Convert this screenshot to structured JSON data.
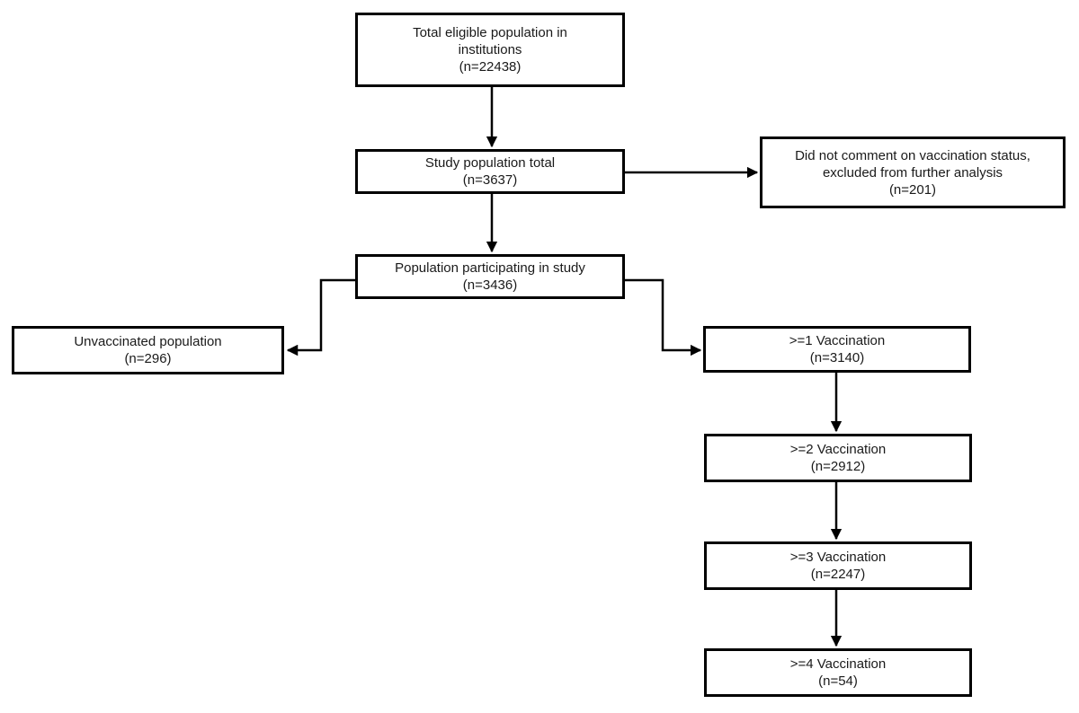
{
  "diagram_type": "flowchart",
  "colors": {
    "background": "#ffffff",
    "box_fill": "#ffffff",
    "box_border": "#000000",
    "connector": "#000000",
    "text": "#1a1a1a"
  },
  "boxes": [
    {
      "id": "total-eligible",
      "lines": [
        "Total eligible population in",
        "institutions",
        "(n=22438)"
      ],
      "n": 22438
    },
    {
      "id": "study-total",
      "lines": [
        "Study population total",
        "(n=3637)"
      ],
      "n": 3637
    },
    {
      "id": "excluded",
      "lines": [
        "Did not comment on vaccination status,",
        "excluded from further analysis",
        "(n=201)"
      ],
      "n": 201
    },
    {
      "id": "participating",
      "lines": [
        "Population participating in study",
        "(n=3436)"
      ],
      "n": 3436
    },
    {
      "id": "unvaccinated",
      "lines": [
        "Unvaccinated population",
        "(n=296)"
      ],
      "n": 296
    },
    {
      "id": "vax1",
      "lines": [
        ">=1 Vaccination",
        "(n=3140)"
      ],
      "n": 3140
    },
    {
      "id": "vax2",
      "lines": [
        ">=2 Vaccination",
        "(n=2912)"
      ],
      "n": 2912
    },
    {
      "id": "vax3",
      "lines": [
        ">=3 Vaccination",
        "(n=2247)"
      ],
      "n": 2247
    },
    {
      "id": "vax4",
      "lines": [
        ">=4 Vaccination",
        "(n=54)"
      ],
      "n": 54
    }
  ],
  "edges": [
    {
      "from": "total-eligible",
      "to": "study-total"
    },
    {
      "from": "study-total",
      "to": "excluded"
    },
    {
      "from": "study-total",
      "to": "participating"
    },
    {
      "from": "participating",
      "to": "unvaccinated"
    },
    {
      "from": "participating",
      "to": "vax1"
    },
    {
      "from": "vax1",
      "to": "vax2"
    },
    {
      "from": "vax2",
      "to": "vax3"
    },
    {
      "from": "vax3",
      "to": "vax4"
    }
  ]
}
